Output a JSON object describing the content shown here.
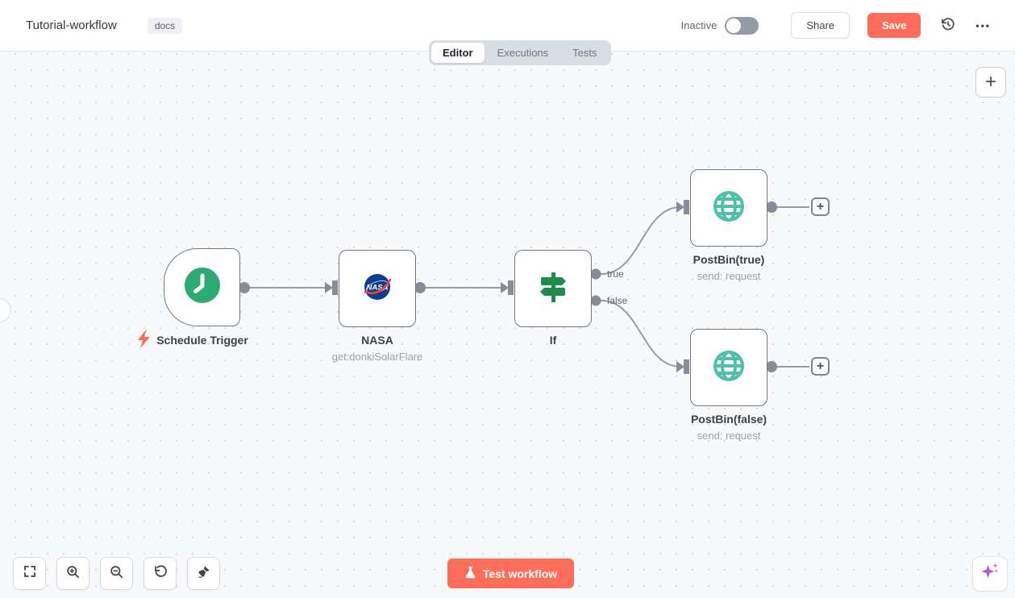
{
  "header": {
    "title": "Tutorial-workflow",
    "docs_badge": "docs",
    "status_label": "Inactive",
    "share_label": "Share",
    "save_label": "Save"
  },
  "tabs": [
    {
      "label": "Editor",
      "active": true
    },
    {
      "label": "Executions",
      "active": false
    },
    {
      "label": "Tests",
      "active": false
    }
  ],
  "canvas": {
    "nodes": [
      {
        "name": "Schedule Trigger",
        "subtitle": "",
        "kind": "trigger"
      },
      {
        "name": "NASA",
        "subtitle": "get:donkiSolarFlare",
        "kind": "action"
      },
      {
        "name": "If",
        "subtitle": "",
        "kind": "action"
      },
      {
        "name": "PostBin(true)",
        "subtitle": "send: request",
        "kind": "action"
      },
      {
        "name": "PostBin(false)",
        "subtitle": "send: request",
        "kind": "action"
      }
    ],
    "branch_labels": {
      "true": "true",
      "false": "false"
    }
  },
  "footer": {
    "test_workflow_label": "Test workflow"
  },
  "icons": {
    "add_plus": "+",
    "more_ellipsis": "•••"
  },
  "colors": {
    "accent": "#ff6d5a",
    "schedule_green": "#2eab72",
    "if_green": "#1d8c4a",
    "globe_teal": "#4fc0aa",
    "nasa_blue": "#0b3d91",
    "nasa_red": "#fc3d21",
    "wire_gray": "#8e939e",
    "canvas_bg": "#f7f9fb"
  }
}
